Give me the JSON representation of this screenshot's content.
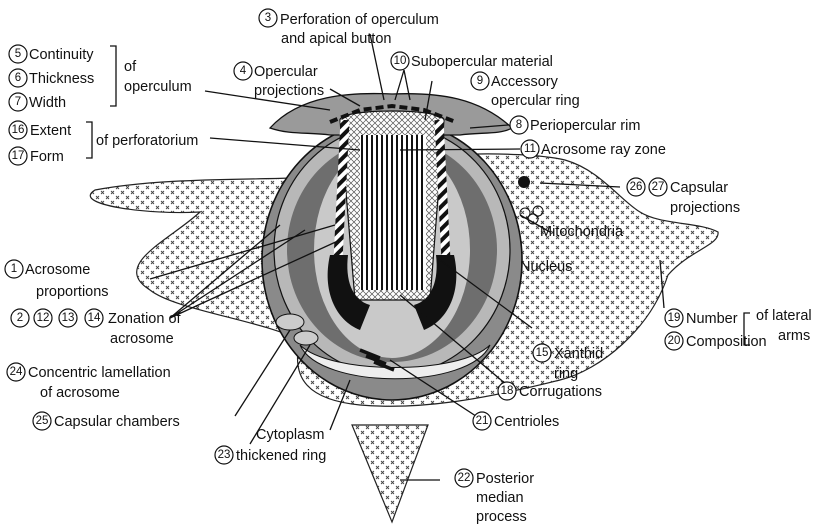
{
  "labels": {
    "l3a": "Perforation of operculum",
    "l3b": "and apical button",
    "l10": "Subopercular material",
    "l9a": "Accessory",
    "l9b": "opercular ring",
    "l4a": "Opercular",
    "l4b": "projections",
    "l5": "Continuity",
    "l6": "Thickness",
    "l7": "Width",
    "of_a": "of",
    "operculum": "operculum",
    "l16": "Extent",
    "l17": "Form",
    "perforatorium": "of perforatorium",
    "l8": "Periopercular rim",
    "l11": "Acrosome ray zone",
    "l26_27a": "Capsular",
    "l26_27b": "projections",
    "mito": "Mitochondria",
    "nucleus": "Nucleus",
    "l1a": "Acrosome",
    "l1b": "proportions",
    "zon_a": "Zonation of",
    "zon_b": "acrosome",
    "l24a": "Concentric lamellation",
    "l24b": "of acrosome",
    "l25": "Capsular chambers",
    "cyto": "Cytoplasm",
    "l23": "thickened ring",
    "l21": "Centrioles",
    "l18": "Corrugations",
    "l15a": "Xanthid",
    "l15b": "ring",
    "l19": "Number",
    "l20": "Composition",
    "lat_a": "of lateral",
    "lat_b": "arms",
    "l22a": "Posterior",
    "l22b": "median",
    "l22c": "process"
  },
  "numbers": [
    "1",
    "2",
    "3",
    "4",
    "5",
    "6",
    "7",
    "8",
    "9",
    "10",
    "11",
    "12",
    "13",
    "14",
    "15",
    "16",
    "17",
    "18",
    "19",
    "20",
    "21",
    "22",
    "23",
    "24",
    "25",
    "26",
    "27"
  ]
}
